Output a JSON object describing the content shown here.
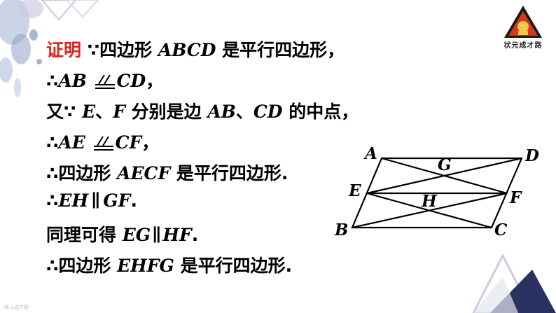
{
  "logo": {
    "caption": "状元成才路"
  },
  "proof": {
    "label": "证明",
    "lines": [
      {
        "prefix": " ∵四边形 ",
        "var1": "ABCD",
        "suffix": " 是平行四边形，"
      },
      {
        "prefix": "∴",
        "var1": "AB",
        "var2": "CD",
        "suffix": "，"
      },
      {
        "prefix": "又∵ ",
        "var1": "E",
        "mid": "、",
        "var2": "F",
        "text2": " 分别是边 ",
        "var3": "AB",
        "mid2": "、",
        "var4": "CD",
        "suffix": " 的中点，"
      },
      {
        "prefix": "∴",
        "var1": "AE",
        "var2": "CF",
        "suffix": "，"
      },
      {
        "prefix": "∴四边形 ",
        "var1": "AECF",
        "suffix": " 是平行四边形."
      },
      {
        "prefix": "∴",
        "var1": "EH",
        "sym": "∥",
        "var2": "GF",
        "suffix": "."
      },
      {
        "prefix": "同理可得 ",
        "var1": "EG",
        "sym": "∥",
        "var2": "HF",
        "suffix": "."
      },
      {
        "prefix": "∴四边形 ",
        "var1": "EHFG",
        "suffix": " 是平行四边形."
      }
    ]
  },
  "figure": {
    "labels": {
      "A": "A",
      "B": "B",
      "C": "C",
      "D": "D",
      "E": "E",
      "F": "F",
      "G": "G",
      "H": "H"
    }
  },
  "footer": {
    "text": "状元成才路"
  }
}
